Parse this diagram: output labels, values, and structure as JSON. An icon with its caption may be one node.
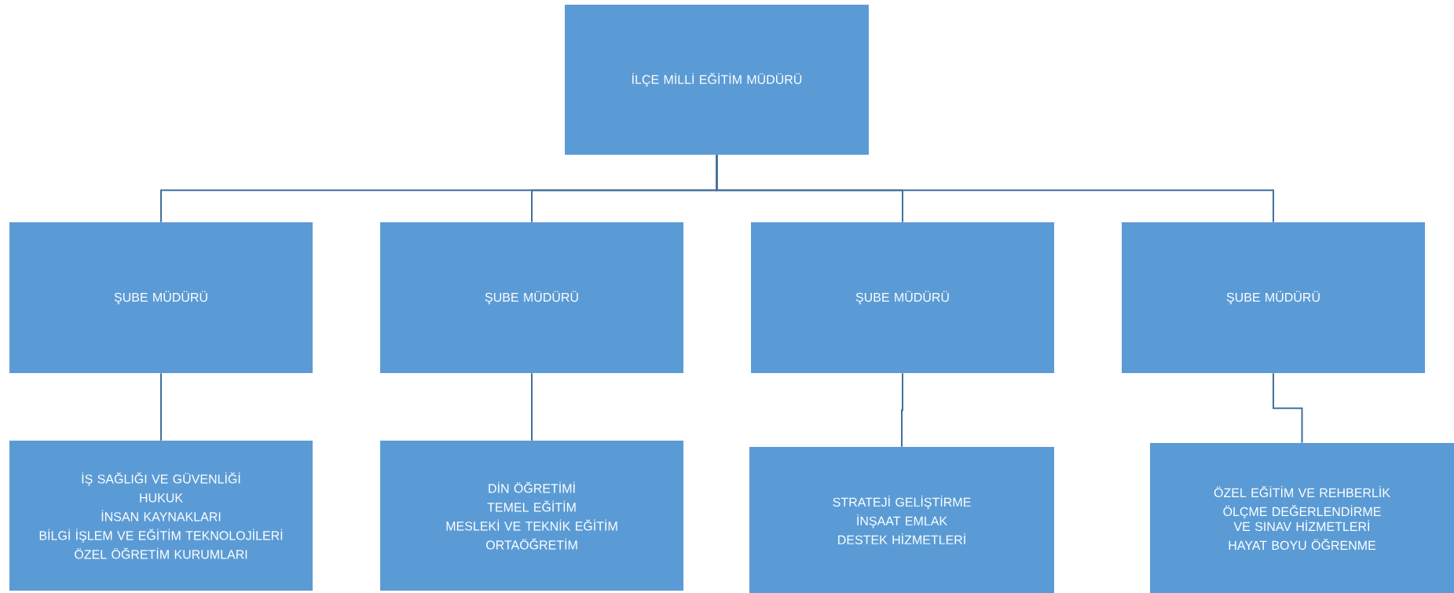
{
  "diagram": {
    "nodes": [
      {
        "text": [
          "İLÇE MİLLİ EĞİTİM MÜDÜRÜ"
        ]
      },
      {
        "text": [
          "ŞUBE MÜDÜRÜ"
        ]
      },
      {
        "text": [
          "ŞUBE MÜDÜRÜ"
        ]
      },
      {
        "text": [
          "ŞUBE MÜDÜRÜ"
        ]
      },
      {
        "text": [
          "ŞUBE MÜDÜRÜ"
        ]
      },
      {
        "text": [
          "İŞ SAĞLIĞI VE GÜVENLİĞİ",
          "HUKUK",
          "İNSAN KAYNAKLARI",
          "BİLGİ İŞLEM VE EĞİTİM TEKNOLOJİLERİ",
          "ÖZEL ÖĞRETİM KURUMLARI"
        ]
      },
      {
        "text": [
          "DİN ÖĞRETİMİ",
          "TEMEL EĞİTİM",
          "MESLEKİ VE TEKNİK EĞİTİM",
          "ORTAÖĞRETİM"
        ]
      },
      {
        "text": [
          "STRATEJİ GELİŞTİRME",
          "İNŞAAT EMLAK",
          "DESTEK HİZMETLERİ"
        ]
      },
      {
        "text": [
          "ÖZEL EĞİTİM VE REHBERLİK",
          "ÖLÇME DEĞERLENDİRME VE SINAV HİZMETLERİ",
          "HAYAT BOYU ÖĞRENME"
        ]
      }
    ],
    "edges": [
      {
        "from": 0,
        "to": 1,
        "arrow": "none"
      },
      {
        "from": 0,
        "to": 2,
        "arrow": "none"
      },
      {
        "from": 0,
        "to": 3,
        "arrow": "none"
      },
      {
        "from": 0,
        "to": 4,
        "arrow": "none"
      },
      {
        "from": 1,
        "to": 5,
        "arrow": "none"
      },
      {
        "from": 2,
        "to": 6,
        "arrow": "none"
      },
      {
        "from": 3,
        "to": 7,
        "arrow": "none"
      },
      {
        "from": 4,
        "to": 8,
        "arrow": "none"
      }
    ]
  }
}
